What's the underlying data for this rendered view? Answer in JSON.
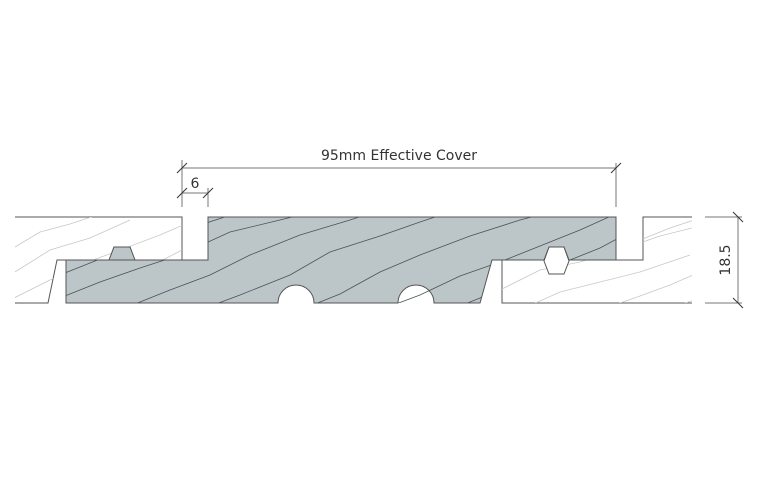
{
  "diagram": {
    "title": "Board profile cross-section",
    "labels": {
      "effective_cover": "95mm Effective Cover",
      "groove_width": "6",
      "thickness": "18.5"
    },
    "colors": {
      "board_fill": "#bcc6c9",
      "outline": "#555555",
      "grain_main": "#4a5256",
      "grain_adjacent": "#c8c8c8",
      "dimension": "#777777"
    }
  }
}
